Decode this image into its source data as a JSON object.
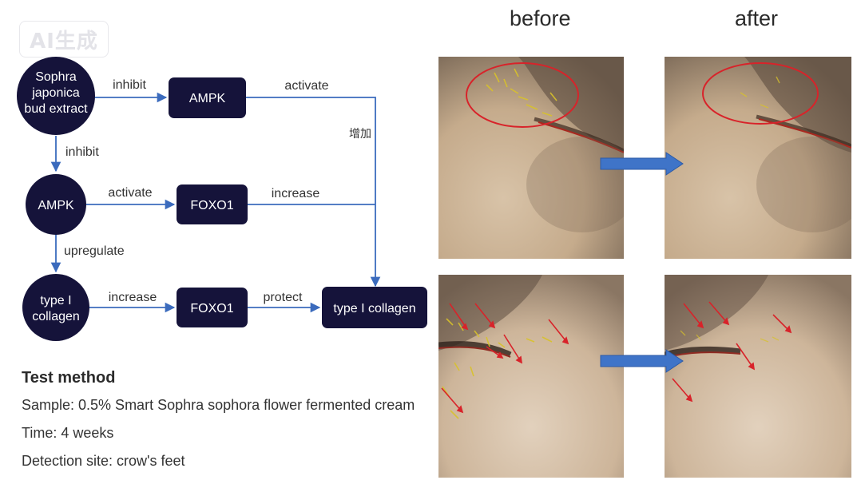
{
  "watermark": "AI生成",
  "diagram": {
    "nodes": {
      "sophora_extract": "Sophra japonica bud extract",
      "sophora_line1": "Sophra",
      "sophora_line2": "japonica",
      "sophora_line3": "bud extract",
      "ampk_box": "AMPK",
      "ampk_circle": "AMPK",
      "foxo1_box_top": "FOXO1",
      "collagen_circle_line1": "type I",
      "collagen_circle_line2": "collagen",
      "foxo1_box_bottom": "FOXO1",
      "collagen_box": "type I collagen"
    },
    "edges": {
      "extract_to_ampk_box": "inhibit",
      "ampk_box_to_collagen": "activate",
      "ampk_box_to_collagen_cn": "增加",
      "extract_to_ampk_circle": "inhibit",
      "ampk_circle_to_foxo1": "activate",
      "foxo1_to_collagen": "increase",
      "ampk_circle_to_collagen_circle": "upregulate",
      "collagen_circle_to_foxo1": "increase",
      "foxo1_bottom_to_collagen_box": "protect"
    },
    "colors": {
      "node_fill": "#15133a",
      "arrow": "#3b6bbd",
      "node_text": "#ffffff"
    }
  },
  "test_method": {
    "title": "Test method",
    "sample": "Sample: 0.5% Smart Sophra sophora flower fermented cream",
    "time": "Time:  4 weeks",
    "site": "Detection site: crow's feet"
  },
  "comparison": {
    "before_label": "before",
    "after_label": "after",
    "colors": {
      "highlight_ellipse": "#d8232a",
      "marker_arrows": "#d8232a",
      "transition_arrow": "#3f74c8"
    }
  }
}
